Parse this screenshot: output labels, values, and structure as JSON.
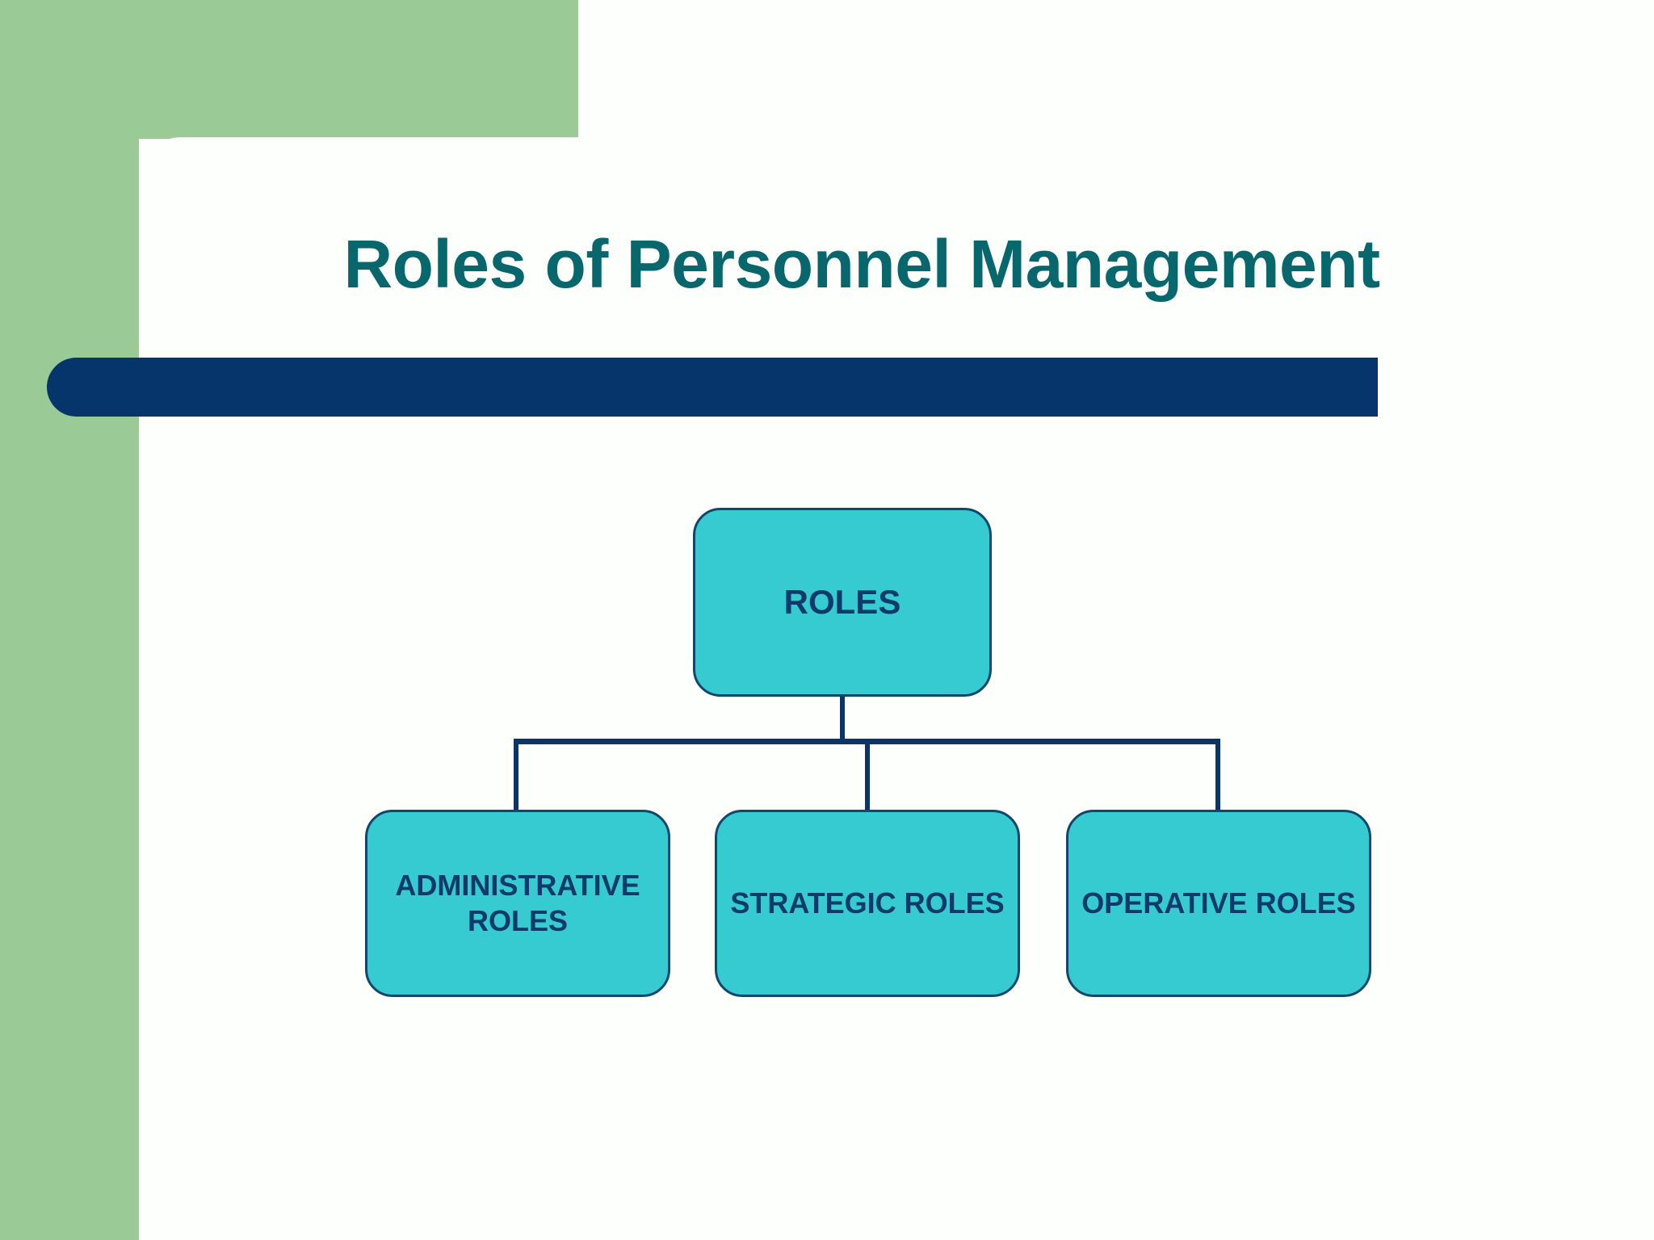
{
  "slide": {
    "title": "Roles of Personnel Management"
  },
  "theme": {
    "accent_green": "#9ACB96",
    "title_teal": "#07676C",
    "rule_navy": "#06356C",
    "node_fill": "#35CBD0",
    "node_border": "#11476E",
    "node_text": "#0F3A6B",
    "panel_white": "#FDFFFC"
  },
  "chart_data": {
    "type": "diagram",
    "diagram_type": "organization-chart",
    "title": "Roles of Personnel Management",
    "orientation": "top-down",
    "levels": 2,
    "nodes": [
      {
        "id": "root",
        "label": "ROLES",
        "level": 0
      },
      {
        "id": "admin",
        "label": "ADMINISTRATIVE ROLES",
        "level": 1
      },
      {
        "id": "strategic",
        "label": "STRATEGIC ROLES",
        "level": 1
      },
      {
        "id": "operative",
        "label": "OPERATIVE ROLES",
        "level": 1
      }
    ],
    "edges": [
      {
        "from": "root",
        "to": "admin"
      },
      {
        "from": "root",
        "to": "strategic"
      },
      {
        "from": "root",
        "to": "operative"
      }
    ]
  }
}
